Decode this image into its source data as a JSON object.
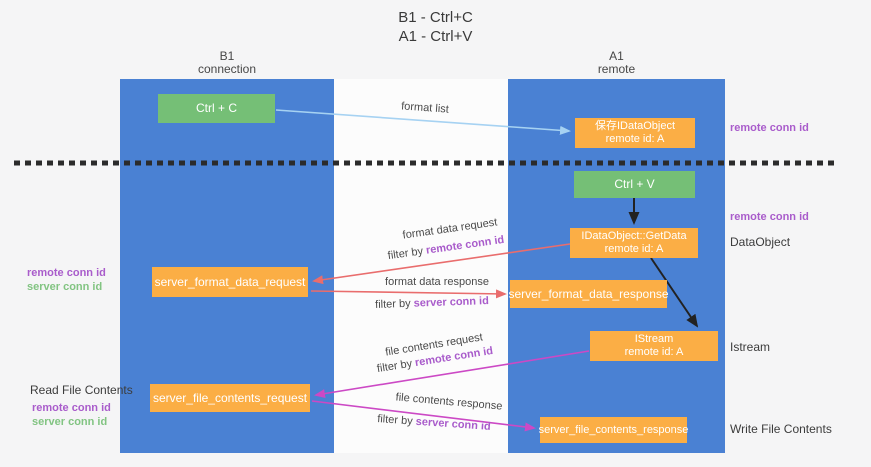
{
  "title": {
    "line1": "B1 - Ctrl+C",
    "line2": "A1 - Ctrl+V"
  },
  "columns": {
    "left": {
      "name": "B1",
      "subtitle": "connection"
    },
    "right": {
      "name": "A1",
      "subtitle": "remote"
    }
  },
  "boxes": {
    "ctrl_c": {
      "label": "Ctrl + C"
    },
    "ctrl_v": {
      "label": "Ctrl + V"
    },
    "save_dataobject": {
      "line1": "保存IDataObject",
      "line2": "remote id: A"
    },
    "getdata": {
      "line1": "IDataObject::GetData",
      "line2": "remote id: A"
    },
    "istream": {
      "line1": "IStream",
      "line2": "remote id: A"
    },
    "format_request": {
      "label": "server_format_data_request"
    },
    "format_response": {
      "label": "server_format_data_response"
    },
    "file_request": {
      "label": "server_file_contents_request"
    },
    "file_response": {
      "label": "server_file_contents_response"
    }
  },
  "right_labels": {
    "remote_conn_id_top": "remote conn id",
    "remote_conn_id_mid": "remote conn id",
    "dataobject": "DataObject",
    "istream": "Istream",
    "write_file_contents": "Write File Contents"
  },
  "left_labels": {
    "format_remote": "remote conn id",
    "format_server": "server conn id",
    "read_file_contents": "Read File Contents",
    "file_remote": "remote conn id",
    "file_server": "server conn id"
  },
  "arrow_labels": {
    "format_list": "format list",
    "format_request_line": "format data request",
    "format_request_filter_prefix": "filter by ",
    "format_request_filter_key": "remote conn id",
    "format_response_line": "format data response",
    "format_response_filter_prefix": "filter by ",
    "format_response_filter_key": "server conn id",
    "file_request_line": "file contents request",
    "file_request_filter_prefix": "filter by ",
    "file_request_filter_key": "remote conn id",
    "file_response_line": "file contents response",
    "file_response_filter_prefix": "filter by ",
    "file_response_filter_key": "server conn id"
  },
  "colors": {
    "bg": "#f5f5f6",
    "mid_bg": "#fcfcfc",
    "column_blue": "#4a81d3",
    "green_box": "#75bf76",
    "orange_box": "#fbae45",
    "purple_label": "#a95ccb",
    "green_label": "#82c482",
    "red_arrow": "#e96d6d",
    "magenta_arrow": "#cc49c5",
    "light_blue_arrow": "#a6d2f2",
    "ink": "#3c3c3c",
    "box_text": "#ffffff"
  }
}
